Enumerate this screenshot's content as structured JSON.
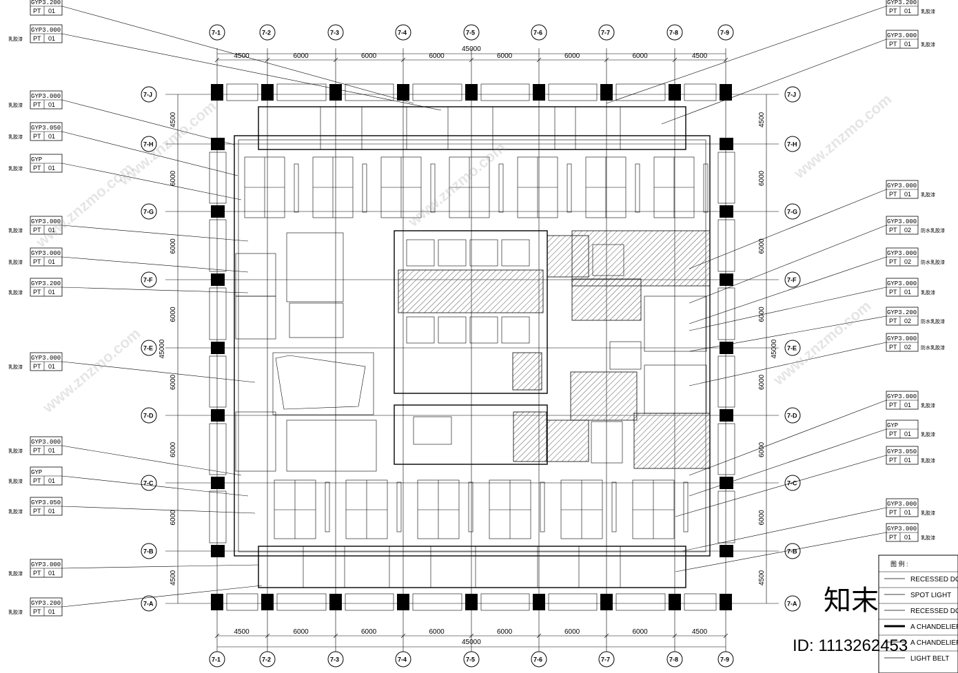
{
  "axes_top": [
    "7-1",
    "7-2",
    "7-3",
    "7-4",
    "7-5",
    "7-6",
    "7-7",
    "7-8",
    "7-9"
  ],
  "axes_side": [
    "7-J",
    "7-H",
    "7-G",
    "7-F",
    "7-E",
    "7-D",
    "7-C",
    "7-B",
    "7-A"
  ],
  "dims_h": [
    "4500",
    "6000",
    "6000",
    "6000",
    "6000",
    "6000",
    "6000",
    "4500"
  ],
  "dims_h_total": "45000",
  "dims_v": [
    "4500",
    "6000",
    "6000",
    "6000",
    "6000",
    "6000",
    "6000",
    "4500"
  ],
  "dims_v_total": "45000",
  "ceiling_tags_left": [
    {
      "gyp": "GYP3.200",
      "pt": "PT",
      "code": "01",
      "note": ""
    },
    {
      "gyp": "GYP3.000",
      "pt": "PT",
      "code": "01",
      "note": "乳胶漆"
    },
    {
      "gyp": "GYP3.000",
      "pt": "PT",
      "code": "01",
      "note": "乳胶漆"
    },
    {
      "gyp": "GYP3.050",
      "pt": "PT",
      "code": "01",
      "note": "乳胶漆"
    },
    {
      "gyp": "GYP",
      "pt": "PT",
      "code": "01",
      "note": "乳胶漆"
    },
    {
      "gyp": "GYP3.000",
      "pt": "PT",
      "code": "01",
      "note": "乳胶漆"
    },
    {
      "gyp": "GYP3.000",
      "pt": "PT",
      "code": "01",
      "note": "乳胶漆"
    },
    {
      "gyp": "GYP3.200",
      "pt": "PT",
      "code": "01",
      "note": "乳胶漆"
    },
    {
      "gyp": "GYP3.000",
      "pt": "PT",
      "code": "01",
      "note": "乳胶漆"
    },
    {
      "gyp": "GYP3.000",
      "pt": "PT",
      "code": "01",
      "note": "乳胶漆"
    },
    {
      "gyp": "GYP",
      "pt": "PT",
      "code": "01",
      "note": "乳胶漆"
    },
    {
      "gyp": "GYP3.050",
      "pt": "PT",
      "code": "01",
      "note": "乳胶漆"
    },
    {
      "gyp": "GYP3.000",
      "pt": "PT",
      "code": "01",
      "note": "乳胶漆"
    },
    {
      "gyp": "GYP3.200",
      "pt": "PT",
      "code": "01",
      "note": "乳胶漆"
    }
  ],
  "ceiling_tags_right": [
    {
      "gyp": "GYP3.200",
      "pt": "PT",
      "code": "01",
      "note": "乳胶漆"
    },
    {
      "gyp": "GYP3.000",
      "pt": "PT",
      "code": "01",
      "note": "乳胶漆"
    },
    {
      "gyp": "GYP3.000",
      "pt": "PT",
      "code": "01",
      "note": "乳胶漆"
    },
    {
      "gyp": "GYP3.000",
      "pt": "PT",
      "code": "02",
      "note": "防水乳胶漆"
    },
    {
      "gyp": "GYP3.000",
      "pt": "PT",
      "code": "02",
      "note": "防水乳胶漆"
    },
    {
      "gyp": "GYP3.000",
      "pt": "PT",
      "code": "01",
      "note": "乳胶漆"
    },
    {
      "gyp": "GYP3.200",
      "pt": "PT",
      "code": "02",
      "note": "防水乳胶漆"
    },
    {
      "gyp": "GYP3.000",
      "pt": "PT",
      "code": "02",
      "note": "防水乳胶漆"
    },
    {
      "gyp": "GYP3.000",
      "pt": "PT",
      "code": "01",
      "note": "乳胶漆"
    },
    {
      "gyp": "GYP",
      "pt": "PT",
      "code": "01",
      "note": "乳胶漆"
    },
    {
      "gyp": "GYP3.050",
      "pt": "PT",
      "code": "01",
      "note": "乳胶漆"
    },
    {
      "gyp": "GYP3.000",
      "pt": "PT",
      "code": "01",
      "note": "乳胶漆"
    },
    {
      "gyp": "GYP3.000",
      "pt": "PT",
      "code": "01",
      "note": "乳胶漆"
    }
  ],
  "legend": {
    "title": "图 例 :",
    "items": [
      "RECESSED DOW",
      "SPOT LIGHT",
      "RECESSED DOW",
      "A CHANDELIER",
      "A CHANDELIER",
      "LIGHT BELT"
    ]
  },
  "watermark": {
    "logo": "知末",
    "id": "ID: 1113262453",
    "site": "www.znzmo.com"
  },
  "colors": {
    "line": "#000000",
    "background": "#ffffff",
    "hatch": "#555555"
  }
}
